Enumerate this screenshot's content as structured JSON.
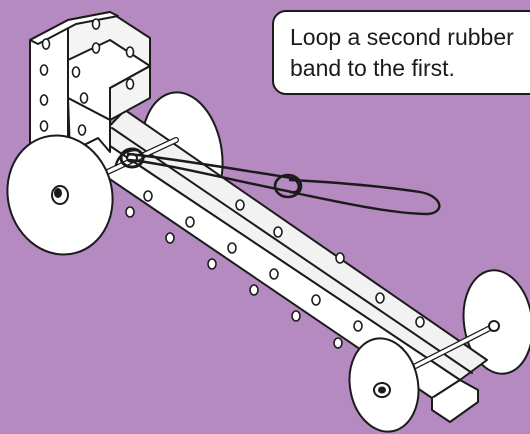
{
  "colors": {
    "background": "#b48ac0",
    "metal": "#ffffff",
    "outline": "#1b1b1b",
    "shade": "#e9e9e9"
  },
  "callout": {
    "line1": "Loop a second rubber",
    "line2": "band to the first."
  },
  "icons": [
    "toy-car-illustration",
    "rubber-band-icon",
    "wheel-icon",
    "axle-icon"
  ]
}
